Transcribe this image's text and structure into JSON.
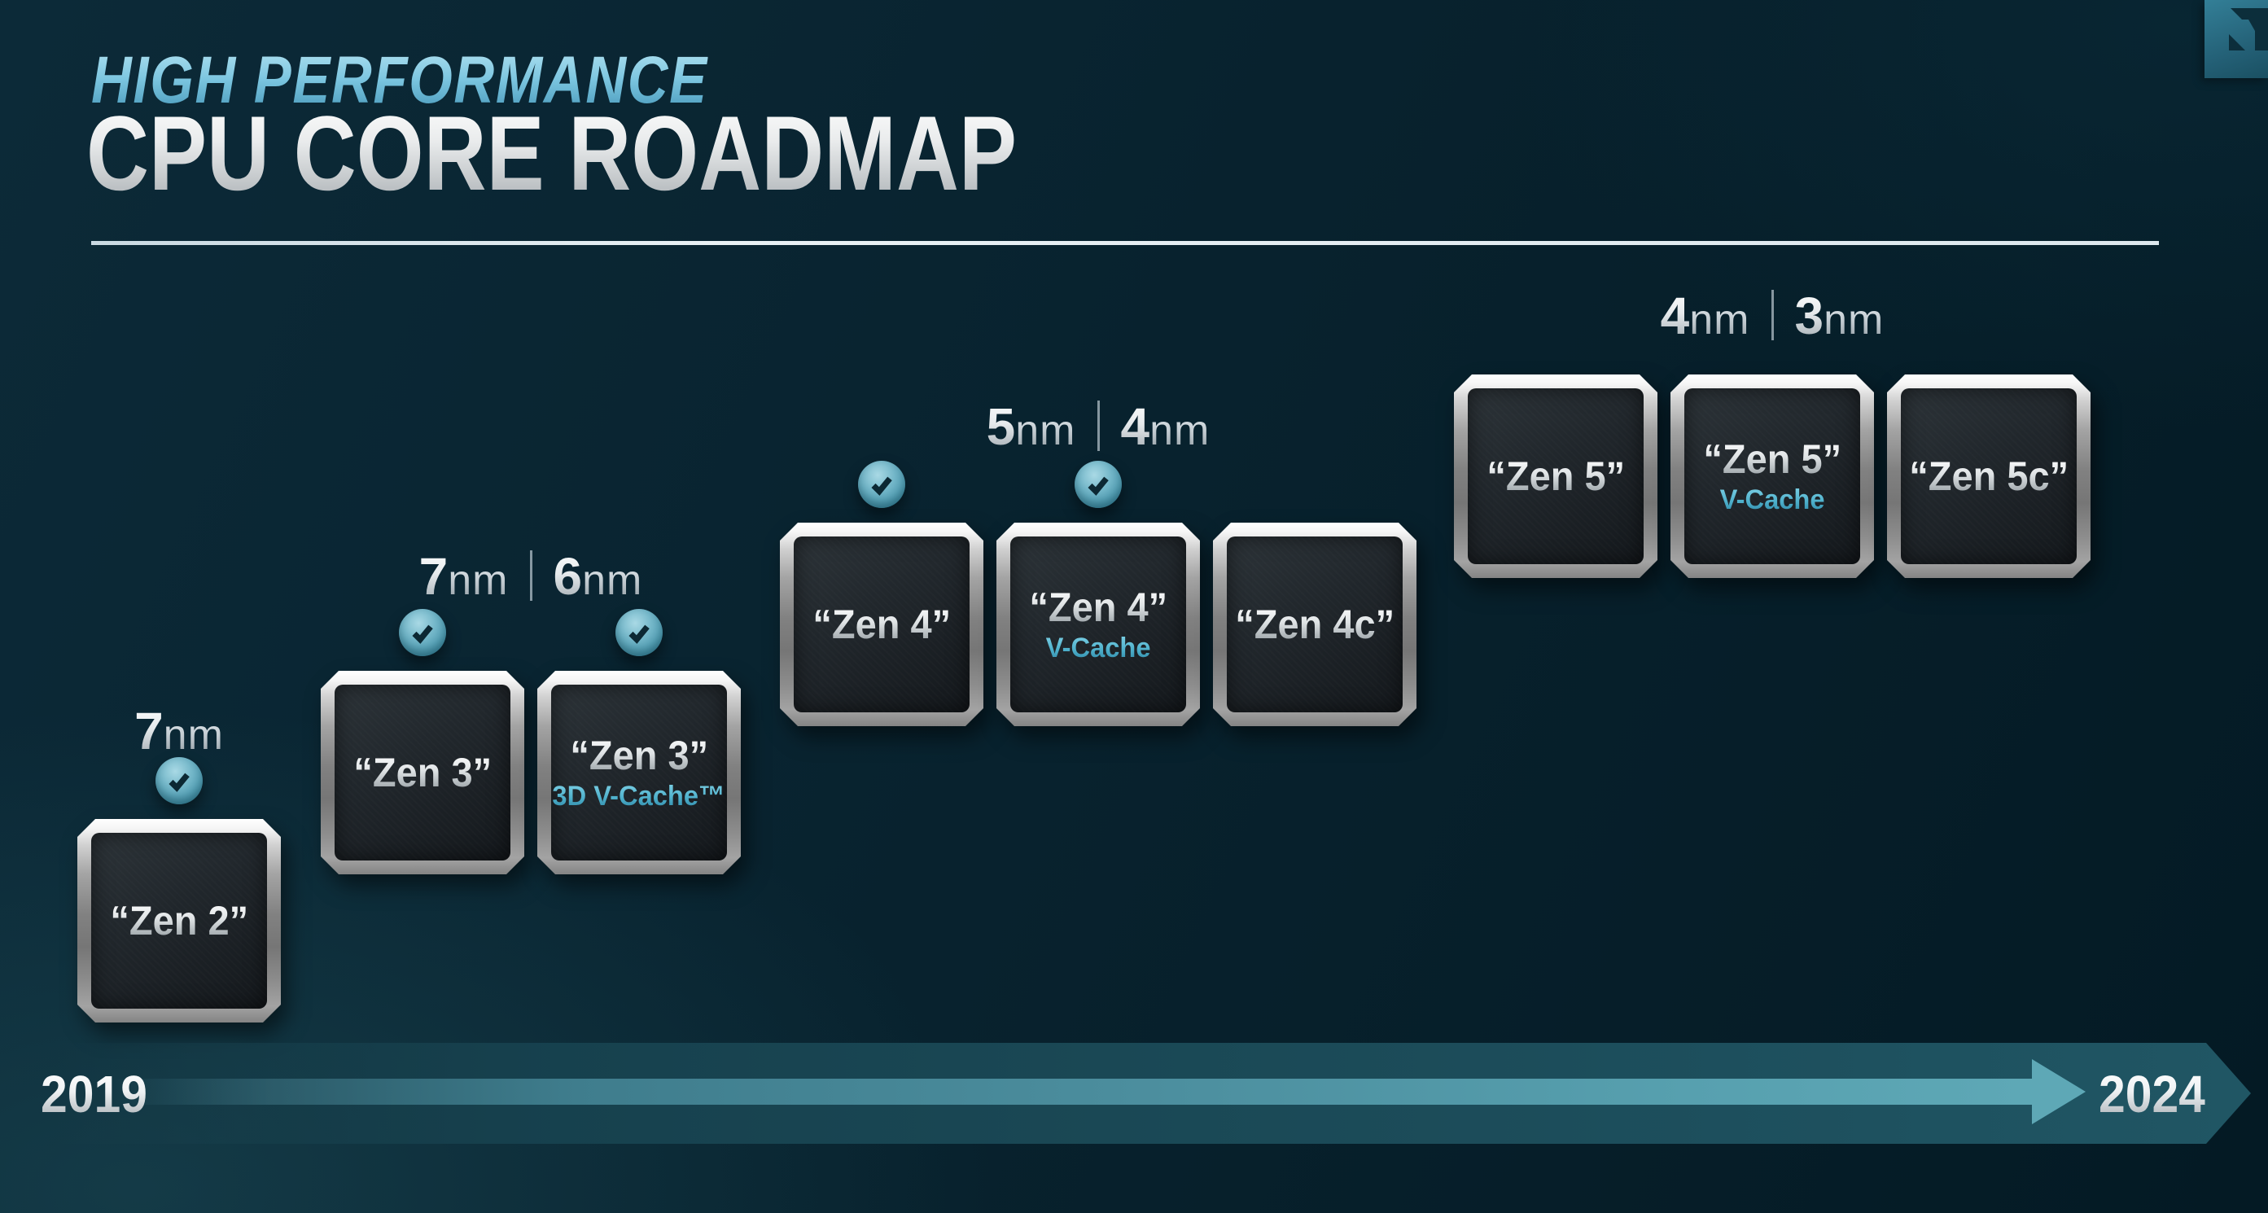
{
  "slide": {
    "eyebrow": "HIGH PERFORMANCE",
    "title": "CPU CORE ROADMAP"
  },
  "branding": {
    "logo_icon": "amd-arrow-logo",
    "logo_tile_color": "#2d7288"
  },
  "colors": {
    "background": "#08222e",
    "accent_blue": "#7cc6e0",
    "timeline_band": "#1d4f5d",
    "timeline_bar": "#4f93a3",
    "check_badge": "#74b7c9",
    "vcache_teal": "#4fb1cc",
    "chip_frame_silver": "#a4a4a4"
  },
  "timeline": {
    "start_year": "2019",
    "end_year": "2024"
  },
  "roadmap": {
    "groups": [
      {
        "id": "zen2",
        "process_nodes": [
          {
            "value": "7",
            "unit": "nm"
          }
        ],
        "chips": [
          {
            "name": "zen-2",
            "label": "“Zen 2”",
            "sublabel": "",
            "released_check": true
          }
        ]
      },
      {
        "id": "zen3",
        "process_nodes": [
          {
            "value": "7",
            "unit": "nm"
          },
          {
            "value": "6",
            "unit": "nm"
          }
        ],
        "chips": [
          {
            "name": "zen-3",
            "label": "“Zen 3”",
            "sublabel": "",
            "released_check": true
          },
          {
            "name": "zen-3-3d-v-cache",
            "label": "“Zen 3”",
            "sublabel": "3D V-Cache™",
            "released_check": true
          }
        ]
      },
      {
        "id": "zen4",
        "process_nodes": [
          {
            "value": "5",
            "unit": "nm"
          },
          {
            "value": "4",
            "unit": "nm"
          }
        ],
        "chips": [
          {
            "name": "zen-4",
            "label": "“Zen 4”",
            "sublabel": "",
            "released_check": true
          },
          {
            "name": "zen-4-v-cache",
            "label": "“Zen 4”",
            "sublabel": "V-Cache",
            "released_check": true
          },
          {
            "name": "zen-4c",
            "label": "“Zen 4c”",
            "sublabel": "",
            "released_check": false
          }
        ]
      },
      {
        "id": "zen5",
        "process_nodes": [
          {
            "value": "4",
            "unit": "nm"
          },
          {
            "value": "3",
            "unit": "nm"
          }
        ],
        "chips": [
          {
            "name": "zen-5",
            "label": "“Zen 5”",
            "sublabel": "",
            "released_check": false
          },
          {
            "name": "zen-5-v-cache",
            "label": "“Zen 5”",
            "sublabel": "V-Cache",
            "released_check": false
          },
          {
            "name": "zen-5c",
            "label": "“Zen 5c”",
            "sublabel": "",
            "released_check": false
          }
        ]
      }
    ]
  }
}
